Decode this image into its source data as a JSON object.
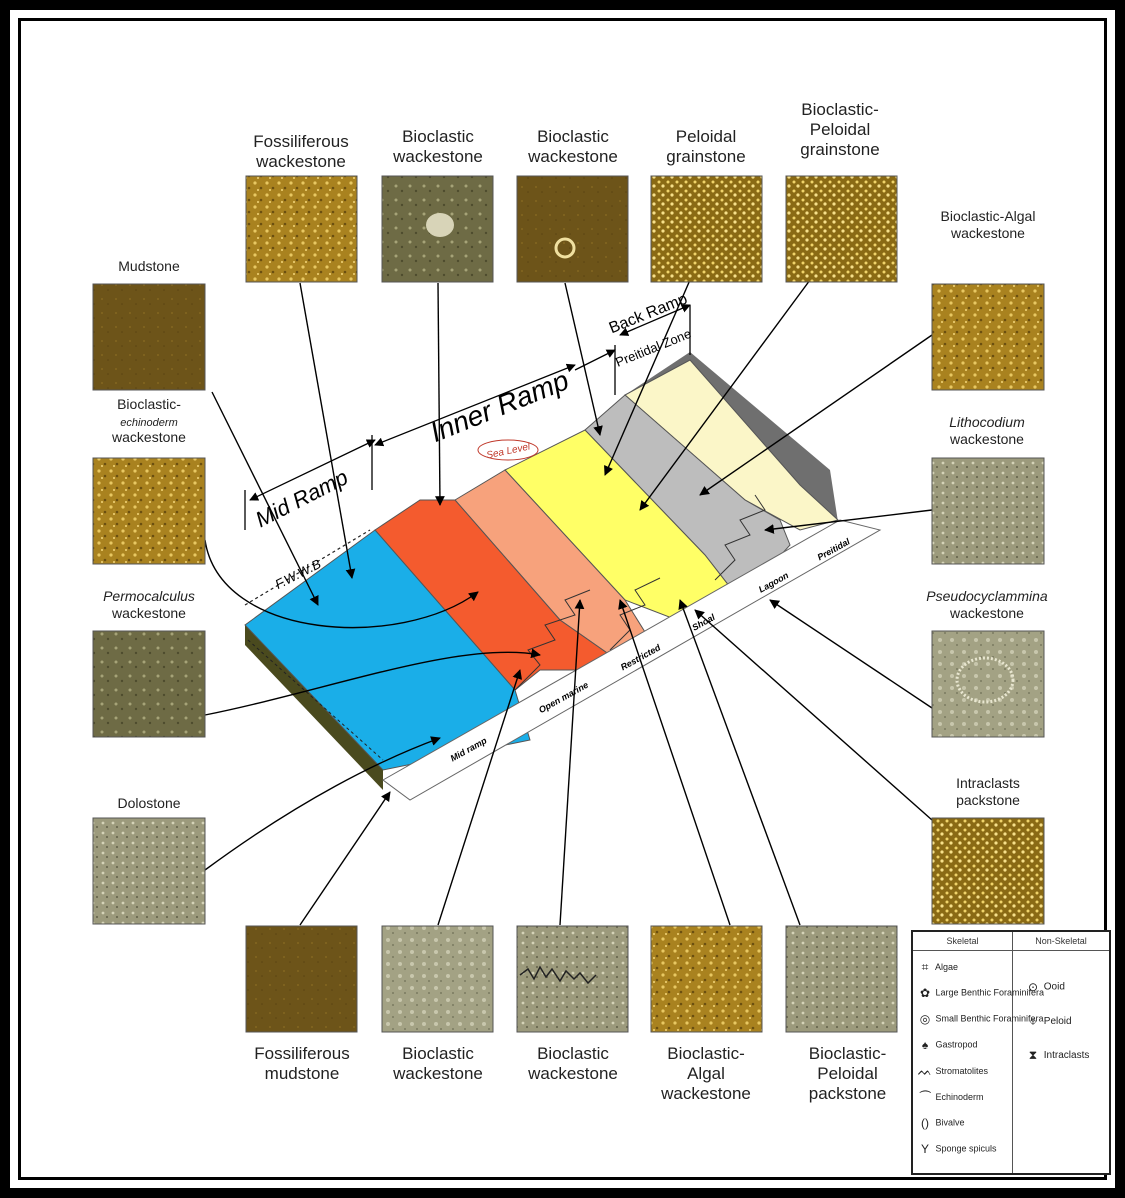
{
  "zones": {
    "mid_ramp": "Mid Ramp",
    "inner_ramp": "Inner Ramp",
    "back_ramp": "Back Ramp",
    "preitidal_zone": "Preitidal Zone",
    "fwwb": "F.W.W.B",
    "sea_level": "Sea Level"
  },
  "belts": [
    "Mid ramp",
    "Open marine",
    "Restricted",
    "Shoal",
    "Lagoon",
    "Preitidal"
  ],
  "colors": {
    "blue": "#1aaee8",
    "red_orange": "#f45b2e",
    "salmon": "#f7a27c",
    "yellow": "#ffff66",
    "gray": "#bdbdbd",
    "cream": "#fbf6c8",
    "dark_gray": "#6f6f6f"
  },
  "facies": {
    "fossiliferous_wackestone": "Fossiliferous wackestone",
    "bioclastic_wackestone_1": "Bioclastic wackestone",
    "bioclastic_wackestone_2": "Bioclastic wackestone",
    "peloidal_grainstone": "Peloidal grainstone",
    "bioclastic_peloidal_grainstone": "Bioclastic-Peloidal grainstone",
    "mudstone": "Mudstone",
    "bioclastic_echinoderm_l1": "Bioclastic-",
    "bioclastic_echinoderm_l2": "echinoderm",
    "bioclastic_echinoderm_l3": "wackestone",
    "permocalculus_l1": "Permocalculus",
    "permocalculus_l2": "wackestone",
    "dolostone": "Dolostone",
    "bioclastic_algal_wackestone_r": "Bioclastic-Algal wackestone",
    "lithocodium_l1": "Lithocodium",
    "lithocodium_l2": "wackestone",
    "pseudocyclammina_l1": "Pseudocyclammina",
    "pseudocyclammina_l2": "wackestone",
    "intraclasts_packstone": "Intraclasts packstone",
    "fossiliferous_mudstone": "Fossiliferous mudstone",
    "bioclastic_wackestone_b1": "Bioclastic wackestone",
    "bioclastic_wackestone_b2": "Bioclastic wackestone",
    "bioclastic_algal_wackestone_b": "Bioclastic-Algal wackestone",
    "bioclastic_peloidal_packstone": "Bioclastic-Peloidal packstone"
  },
  "legend": {
    "skeletal_header": "Skeletal",
    "nonskeletal_header": "Non-Skeletal",
    "skeletal": [
      {
        "icon": "algae-icon",
        "symbol": "⌗",
        "label": "Algae"
      },
      {
        "icon": "large-foram-icon",
        "symbol": "✿",
        "label": "Large Benthic Foraminifera"
      },
      {
        "icon": "small-foram-icon",
        "symbol": "◎",
        "label": "Small Benthic Foraminifera"
      },
      {
        "icon": "gastropod-icon",
        "symbol": "♠",
        "label": "Gastropod"
      },
      {
        "icon": "stromatolite-icon",
        "symbol": "ᨓ",
        "label": "Stromatolites"
      },
      {
        "icon": "echinoderm-icon",
        "symbol": "⏜",
        "label": "Echinoderm"
      },
      {
        "icon": "bivalve-icon",
        "symbol": "()",
        "label": "Bivalve"
      },
      {
        "icon": "sponge-spicule-icon",
        "symbol": "Y",
        "label": "Sponge spiculs"
      }
    ],
    "nonskeletal": [
      {
        "icon": "ooid-icon",
        "symbol": "⊙",
        "label": "Ooid"
      },
      {
        "icon": "peloid-icon",
        "symbol": "⌽",
        "label": "Peloid"
      },
      {
        "icon": "intraclast-icon",
        "symbol": "⧗",
        "label": "Intraclasts"
      }
    ]
  }
}
